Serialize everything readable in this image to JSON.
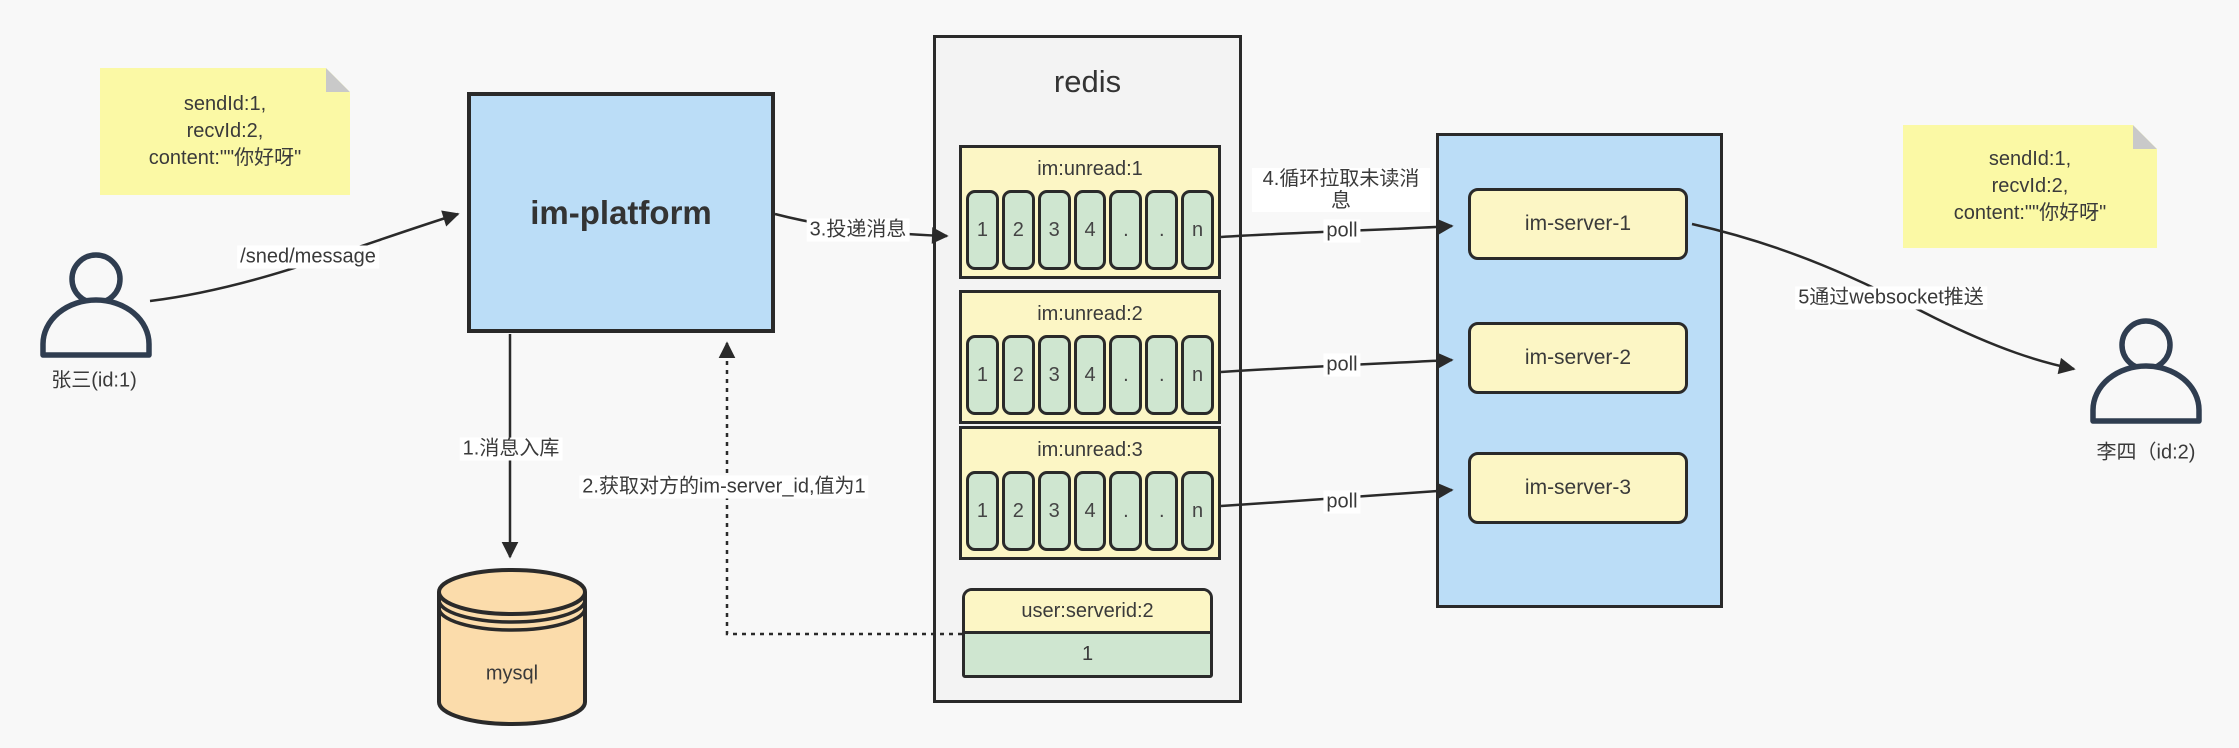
{
  "colors": {
    "background": "#F8F8F8",
    "blue_fill": "#BBDDF7",
    "pale_yellow_fill": "#FCF6C5",
    "green_fill": "#CFE6D0",
    "note_yellow": "#FBF9A5",
    "mysql_tan": "#FBDCAB",
    "redis_fill": "#F3F3F3",
    "line": "#2A2A2A"
  },
  "notes": {
    "left": {
      "lines": [
        "sendId:1,",
        "recvId:2,",
        "content:\"\"你好呀\""
      ]
    },
    "right": {
      "lines": [
        "sendId:1,",
        "recvId:2,",
        "content:\"\"你好呀\""
      ]
    }
  },
  "actors": {
    "sender": {
      "label": "张三(id:1)"
    },
    "receiver": {
      "label": "李四（id:2)"
    }
  },
  "platform": {
    "label": "im-platform"
  },
  "database": {
    "label": "mysql"
  },
  "redis": {
    "title": "redis",
    "queues": [
      {
        "title": "im:unread:1",
        "cells": [
          "1",
          "2",
          "3",
          "4",
          ".",
          ".",
          "n"
        ]
      },
      {
        "title": "im:unread:2",
        "cells": [
          "1",
          "2",
          "3",
          "4",
          ".",
          ".",
          "n"
        ]
      },
      {
        "title": "im:unread:3",
        "cells": [
          "1",
          "2",
          "3",
          "4",
          ".",
          ".",
          "n"
        ]
      }
    ],
    "server_map": {
      "title": "user:serverid:2",
      "value": "1"
    }
  },
  "servers": [
    {
      "label": "im-server-1"
    },
    {
      "label": "im-server-2"
    },
    {
      "label": "im-server-3"
    }
  ],
  "edges": {
    "send_api": "/sned/message",
    "step1": "1.消息入库",
    "step2": "2.获取对方的im-server_id,值为1",
    "step3": "3.投递消息",
    "step4": "4.循环拉取未读消息",
    "step5": "5通过websocket推送",
    "poll": "poll"
  }
}
